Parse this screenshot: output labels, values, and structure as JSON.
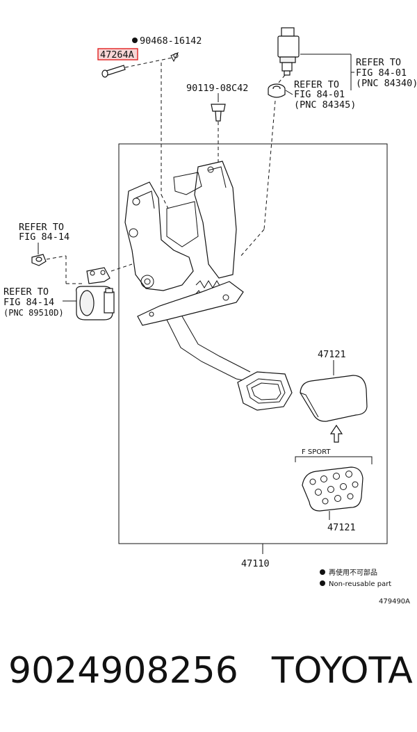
{
  "labels": {
    "highlighted_part": "47264A",
    "clip_part": "90468-16142",
    "bolt_part": "90119-08C42",
    "refer_84340_l1": "REFER TO",
    "refer_84340_l2": "FIG 84-01",
    "refer_84340_l3": "(PNC 84340)",
    "refer_84345_l1": "REFER TO",
    "refer_84345_l2": "FIG 84-01",
    "refer_84345_l3": "(PNC 84345)",
    "refer_8414a_l1": "REFER TO",
    "refer_8414a_l2": "FIG 84-14",
    "refer_89510_l1": "REFER TO",
    "refer_89510_l2": "FIG 84-14",
    "refer_89510_l3": "(PNC 89510D)",
    "pad_upper": "47121",
    "pad_lower": "47121",
    "f_sport": "F SPORT",
    "assembly": "47110",
    "legend_cn": "再使用不可部品",
    "legend_en": "Non-reusable part",
    "diagram_code": "479490A"
  },
  "footer": {
    "part_number": "9024908256",
    "brand": "TOYOTA"
  },
  "colors": {
    "highlight_fill": "#f7d5d5",
    "highlight_border": "#e02020",
    "line": "#111111"
  }
}
